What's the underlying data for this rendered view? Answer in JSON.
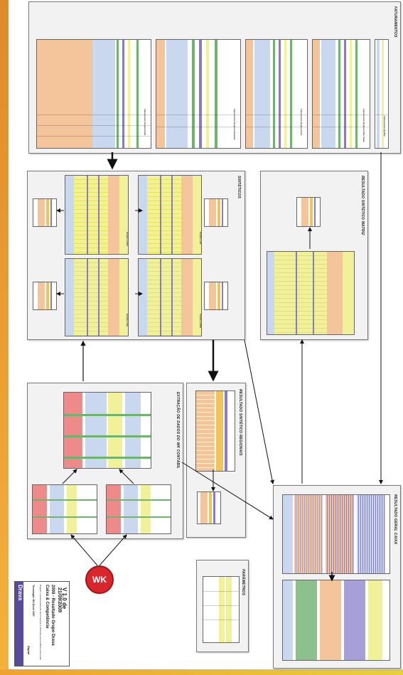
{
  "panels": {
    "faturamentos": "FATURAMENTOS",
    "sinteticos": "SINTÉTICOS",
    "resultado_sintetico_matriz": "RESULTADO SINTÉTICO MATRIZ",
    "extracao": "EXTRAÇÃO DE DADOS DO WK CONTÁBIL",
    "resultado_sintetico_regionais": "RESULTADO SINTÉTICO REGIONAIS",
    "resultado_geral_caixa": "RESULTADO GERAL CAIXA",
    "parametros": "PARÂMETROS"
  },
  "sheets": {
    "fat1": "Faturamento Regional BH",
    "fat2": "Faturamento Regional Brasília",
    "fat3": "Faturamento Regional Rio",
    "fat4": "Faturamento Regional São Paulo",
    "fat5": "Faturamento ByDS2",
    "sint1": "Sintético RJO",
    "sint2": "Sintético SP",
    "sint3": "Sintético BH",
    "sint4": "Sintético BSB"
  },
  "titlebox": {
    "version": "V 1.0 de",
    "date": "21/09/2009",
    "brand": "Drava",
    "title_line1": "2009 - Resultado Grupo Drava",
    "title_line2": "Caixa & Competência",
    "desc": "Registro e desenvolvimento de Processos e Sistemas para Análises Gerenciais",
    "tech": "Tecnologia: MS-Excel 2007",
    "logo_text": "Digital"
  },
  "wk_logo": "WK",
  "colors": {
    "orange": "#f4c49a",
    "blue": "#c9d8ee",
    "yellow": "#f1f19a",
    "purple": "#8a7ac0",
    "red": "#ee8a8a",
    "green": "#6fb36f"
  }
}
